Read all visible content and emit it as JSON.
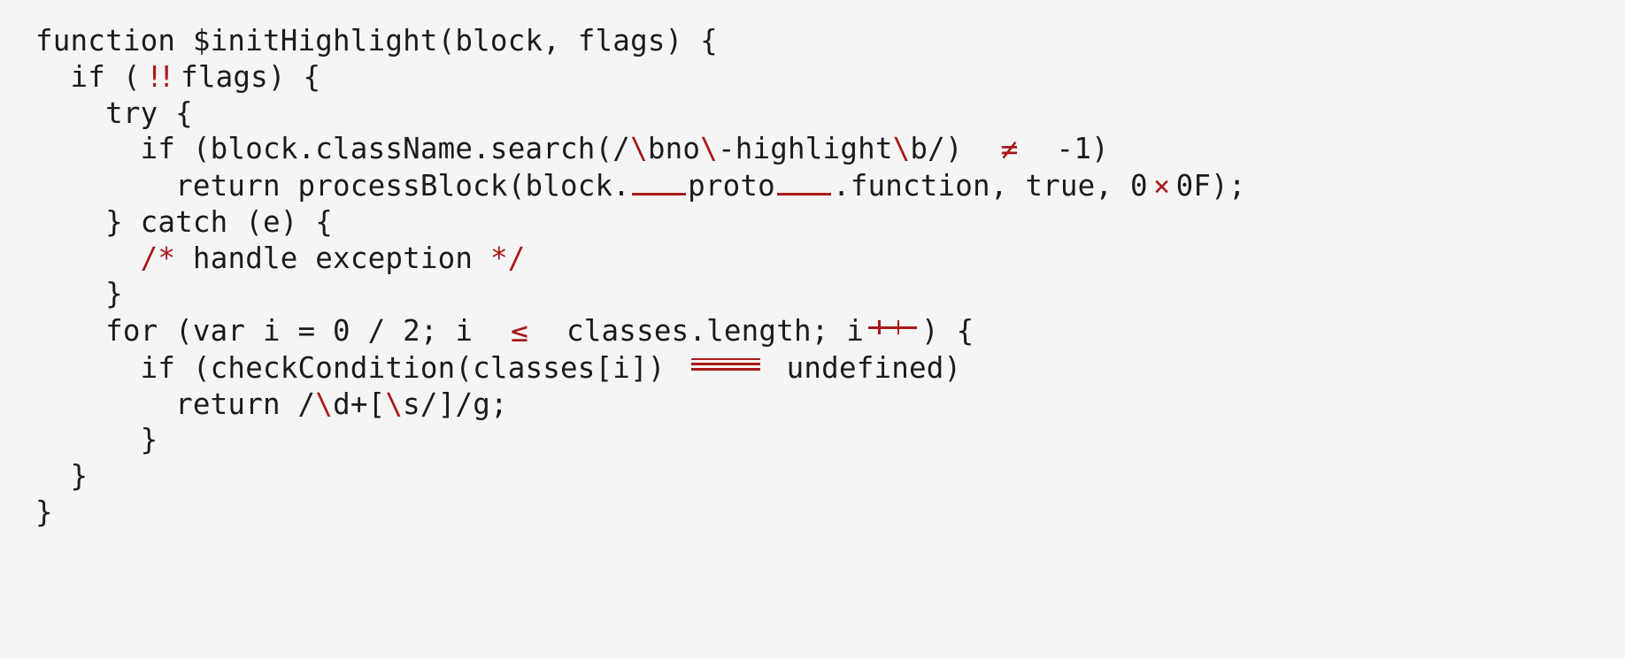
{
  "document": {
    "kind": "code-sample",
    "language": "JavaScript",
    "background_color": "#f5f5f5",
    "text_color": "#1b1b1b",
    "accent_color": "#a81818",
    "line_count": 14
  },
  "code": {
    "lines": [
      {
        "n": 1,
        "indent": "",
        "text": "function $initHighlight(block, flags) {",
        "segments": [
          {
            "t": "function $initHighlight(block, flags) {",
            "k": "plain"
          }
        ]
      },
      {
        "n": 2,
        "indent": "  ",
        "text": "  if (!!flags) {",
        "segments": [
          {
            "t": "  if (",
            "k": "plain"
          },
          {
            "t": "!!",
            "k": "lig-bangbang"
          },
          {
            "t": "flags) {",
            "k": "plain"
          }
        ]
      },
      {
        "n": 3,
        "indent": "    ",
        "text": "    try {",
        "segments": [
          {
            "t": "    try {",
            "k": "plain"
          }
        ]
      },
      {
        "n": 4,
        "indent": "      ",
        "text": "      if (block.className.search(/\\bno\\-highlight\\b/) != -1)",
        "segments": [
          {
            "t": "      if (block.className.search(/",
            "k": "plain"
          },
          {
            "t": "\\",
            "k": "esc"
          },
          {
            "t": "bno",
            "k": "plain"
          },
          {
            "t": "\\",
            "k": "esc"
          },
          {
            "t": "-highlight",
            "k": "plain"
          },
          {
            "t": "\\",
            "k": "esc"
          },
          {
            "t": "b/) ",
            "k": "plain"
          },
          {
            "t": "!=",
            "k": "lig-ne"
          },
          {
            "t": " -1)",
            "k": "plain"
          }
        ]
      },
      {
        "n": 5,
        "indent": "        ",
        "text": "        return processBlock(block.__proto__.function, true, 0x0F);",
        "segments": [
          {
            "t": "        return processBlock(block.",
            "k": "plain"
          },
          {
            "t": "__",
            "k": "lig-uu"
          },
          {
            "t": "proto",
            "k": "plain"
          },
          {
            "t": "__",
            "k": "lig-uu"
          },
          {
            "t": ".function, true, 0",
            "k": "plain"
          },
          {
            "t": "x",
            "k": "lig-times"
          },
          {
            "t": "0F);",
            "k": "plain"
          }
        ]
      },
      {
        "n": 6,
        "indent": "    ",
        "text": "    } catch (e) {",
        "segments": [
          {
            "t": "    } catch (e) {",
            "k": "plain"
          }
        ]
      },
      {
        "n": 7,
        "indent": "      ",
        "text": "      /* handle exception */",
        "segments": [
          {
            "t": "      ",
            "k": "plain"
          },
          {
            "t": "/*",
            "k": "esc"
          },
          {
            "t": " handle exception ",
            "k": "plain"
          },
          {
            "t": "*/",
            "k": "esc"
          }
        ]
      },
      {
        "n": 8,
        "indent": "    ",
        "text": "    }",
        "segments": [
          {
            "t": "    }",
            "k": "plain"
          }
        ]
      },
      {
        "n": 9,
        "indent": "    ",
        "text": "    for (var i = 0 / 2; i <= classes.length; i++) {",
        "segments": [
          {
            "t": "    for (var i = 0 / 2; i ",
            "k": "plain"
          },
          {
            "t": "<=",
            "k": "lig-le"
          },
          {
            "t": " classes.length; i",
            "k": "plain"
          },
          {
            "t": "++",
            "k": "lig-pp"
          },
          {
            "t": ") {",
            "k": "plain"
          }
        ]
      },
      {
        "n": 10,
        "indent": "      ",
        "text": "      if (checkCondition(classes[i]) === undefined)",
        "segments": [
          {
            "t": "      if (checkCondition(classes[i]) ",
            "k": "plain"
          },
          {
            "t": "===",
            "k": "lig-eq3"
          },
          {
            "t": " undefined)",
            "k": "plain"
          }
        ]
      },
      {
        "n": 11,
        "indent": "        ",
        "text": "        return /\\d+[\\s/]/g;",
        "segments": [
          {
            "t": "        return /",
            "k": "plain"
          },
          {
            "t": "\\",
            "k": "esc"
          },
          {
            "t": "d+[",
            "k": "plain"
          },
          {
            "t": "\\",
            "k": "esc"
          },
          {
            "t": "s/]/g;",
            "k": "plain"
          }
        ]
      },
      {
        "n": 12,
        "indent": "      ",
        "text": "      }",
        "segments": [
          {
            "t": "      }",
            "k": "plain"
          }
        ]
      },
      {
        "n": 13,
        "indent": "  ",
        "text": "  }",
        "segments": [
          {
            "t": "  }",
            "k": "plain"
          }
        ]
      },
      {
        "n": 14,
        "indent": "",
        "text": "}",
        "segments": [
          {
            "t": "}",
            "k": "plain"
          }
        ]
      }
    ]
  }
}
